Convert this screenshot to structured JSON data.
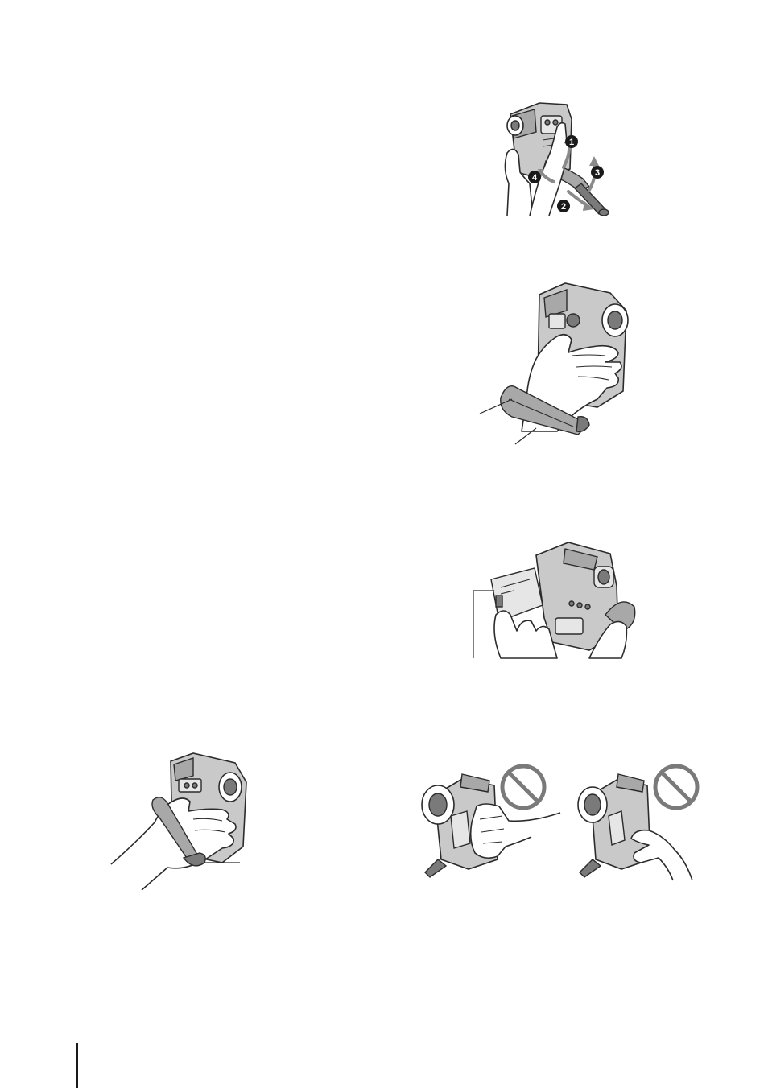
{
  "figures": {
    "grip_belt_steps": {
      "step_labels": [
        "1",
        "2",
        "3",
        "4"
      ]
    },
    "grip_belt_fastened": {},
    "lcd_panel_open": {},
    "holding_correct": {},
    "holding_incorrect": [
      {
        "mark": "prohibited"
      },
      {
        "mark": "prohibited"
      }
    ]
  },
  "colors": {
    "line_art": "#2b2b2b",
    "camera_body": "#c9c9c9",
    "arrow_gray": "#8a8a8a",
    "prohibit_gray": "#7a7a7a"
  }
}
